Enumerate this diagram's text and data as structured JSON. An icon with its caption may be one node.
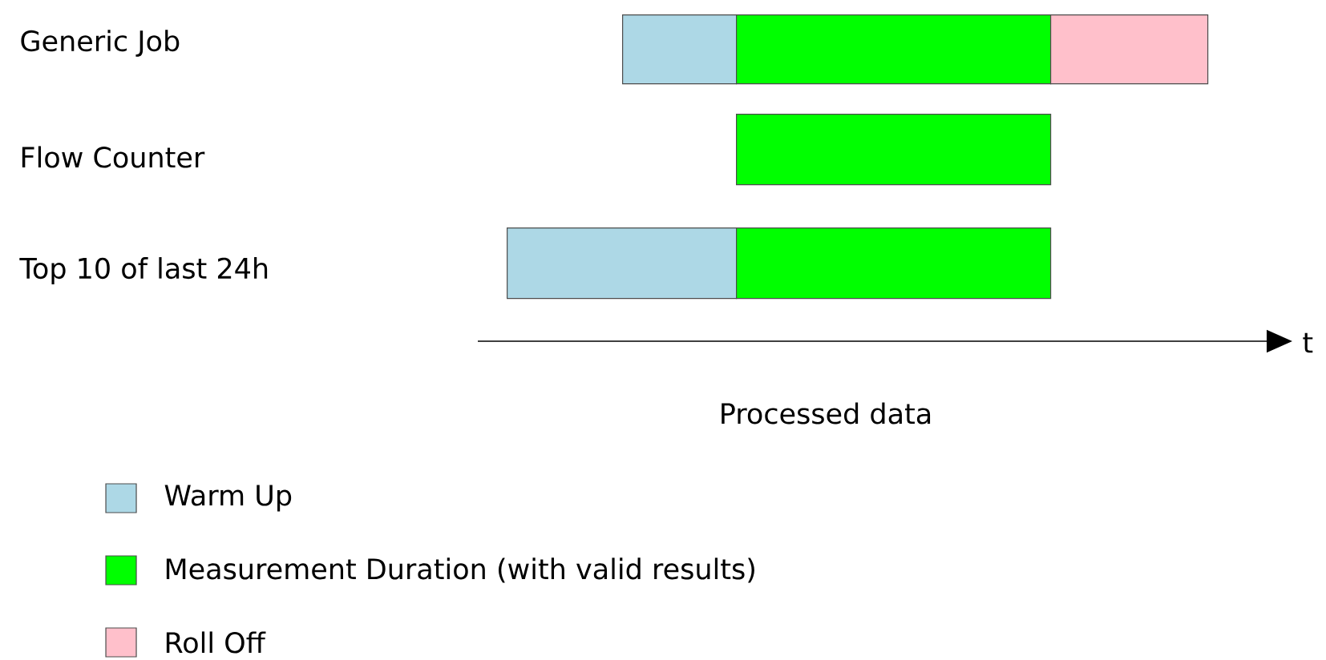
{
  "diagram": {
    "nodes": [
      {
        "text": [],
        "shape": "bar"
      },
      {
        "text": [],
        "shape": "bar"
      },
      {
        "text": [],
        "shape": "bar"
      },
      {
        "text": [],
        "shape": "bar"
      },
      {
        "text": [],
        "shape": "bar"
      },
      {
        "text": [],
        "shape": "bar"
      }
    ],
    "labels": [
      "Generic Job",
      "Flow Counter",
      "Top 10 of last 24h",
      "t",
      "Processed data"
    ],
    "legend": [
      {
        "text": "Warm Up",
        "color": "#add8e6"
      },
      {
        "text": "Measurement Duration (with valid results)",
        "color": "#00ff00"
      },
      {
        "text": "Roll Off",
        "color": "#ffc0cb"
      }
    ]
  }
}
